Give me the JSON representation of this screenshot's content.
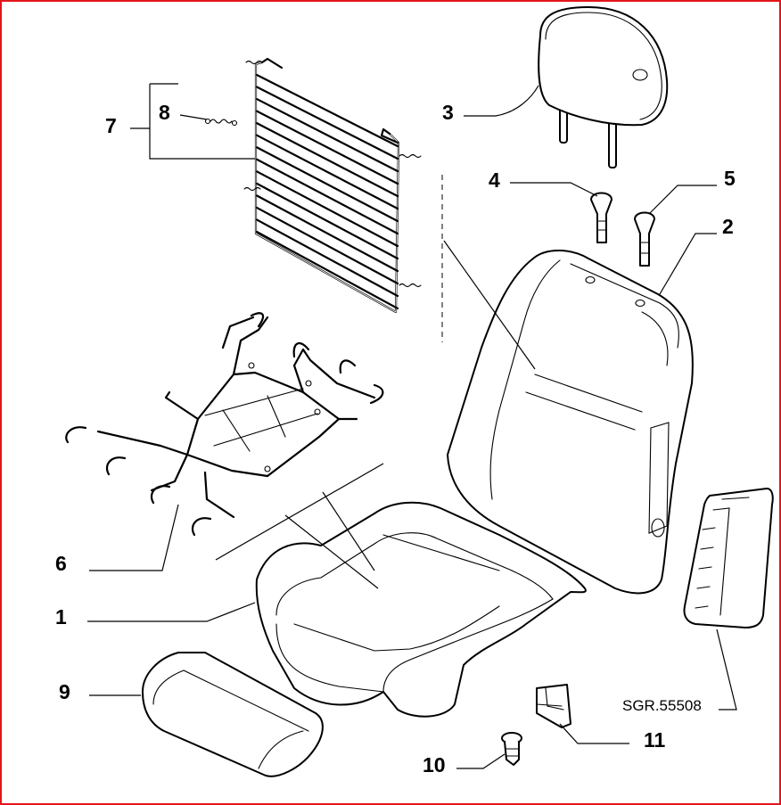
{
  "diagram": {
    "reference_code": "SGR.55508",
    "callouts": [
      {
        "id": "c1",
        "label": "1"
      },
      {
        "id": "c2",
        "label": "2"
      },
      {
        "id": "c3",
        "label": "3"
      },
      {
        "id": "c4",
        "label": "4"
      },
      {
        "id": "c5",
        "label": "5"
      },
      {
        "id": "c6",
        "label": "6"
      },
      {
        "id": "c7",
        "label": "7"
      },
      {
        "id": "c8",
        "label": "8"
      },
      {
        "id": "c9",
        "label": "9"
      },
      {
        "id": "c10",
        "label": "10"
      },
      {
        "id": "c11",
        "label": "11"
      }
    ]
  },
  "colors": {
    "frame_border": "#e3161b",
    "line": "#000000",
    "background": "#ffffff"
  }
}
